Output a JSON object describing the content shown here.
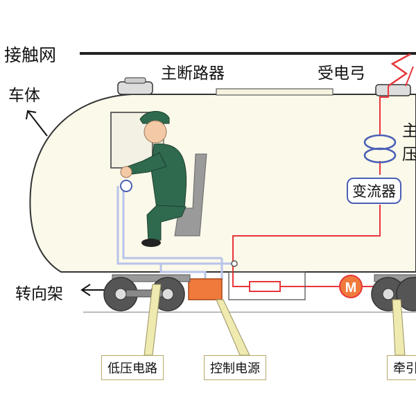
{
  "labels": {
    "catenary": "接触网",
    "car_body": "车体",
    "main_breaker": "主断路器",
    "pantograph": "受电弓",
    "main_transformer_partial": "主\n压",
    "converter": "变流器",
    "bogie": "转向架",
    "low_voltage_circuit": "低压电路",
    "control_power": "控制电源",
    "traction_partial": "牵引",
    "motor_symbol": "M"
  },
  "colors": {
    "catenary_line": "#222222",
    "body_fill": "#fbf9ea",
    "body_stroke": "#333333",
    "power_circuit": "#e8353a",
    "low_voltage_circuit": "#b8c3ea",
    "control_power_box": "#f07a3c",
    "driver_uniform": "#2f6a4e",
    "callout_fill": "#eeeab0",
    "wheel": "#555555"
  }
}
